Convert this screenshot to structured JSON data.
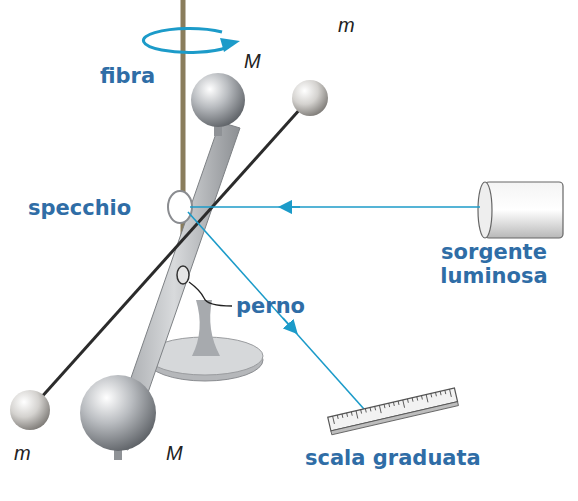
{
  "diagram": {
    "labels": [
      "fibra",
      "M",
      "m",
      "specchio",
      "sorgente luminosa",
      "perno",
      "M",
      "m",
      "scala graduata"
    ]
  }
}
